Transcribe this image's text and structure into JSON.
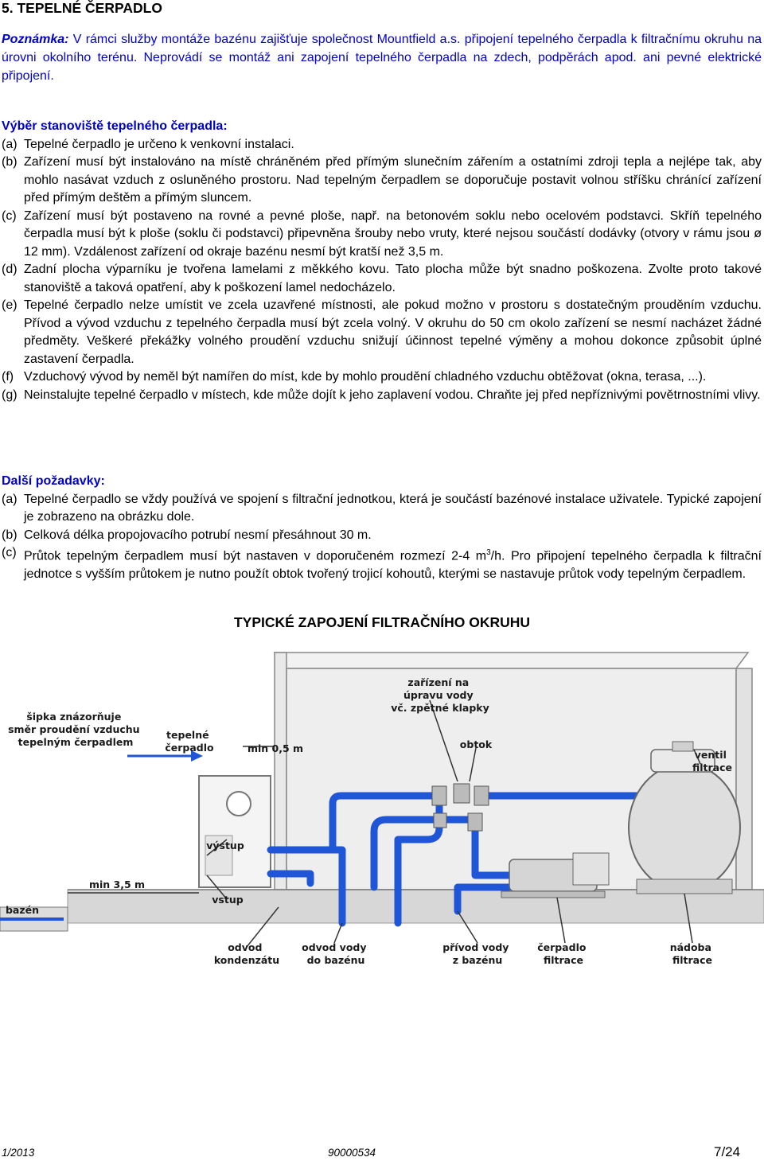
{
  "heading": "5. TEPELNÉ ČERPADLO",
  "note": {
    "lead": "Poznámka:",
    "text": " V rámci služby montáže bazénu zajišťuje společnost Mountfield a.s. připojení tepelného čerpadla k filtračnímu okruhu na úrovni okolního terénu. Neprovádí se montáž ani zapojení tepelného čerpadla na zdech, podpěrách apod. ani pevné elektrické připojení."
  },
  "placement": {
    "title": "Výběr stanoviště tepelného čerpadla:",
    "items": [
      {
        "label": "(a)",
        "text": "Tepelné čerpadlo je určeno k venkovní instalaci."
      },
      {
        "label": "(b)",
        "text": "Zařízení musí být instalováno na místě chráněném před přímým slunečním zářením a ostatními zdroji tepla a nejlépe tak, aby mohlo nasávat vzduch z osluněného prostoru. Nad tepelným čerpadlem se doporučuje postavit volnou stříšku chránící zařízení před přímým deštěm a přímým sluncem."
      },
      {
        "label": "(c)",
        "text": "Zařízení musí být postaveno na rovné a pevné ploše, např. na betonovém soklu nebo ocelovém podstavci. Skříň tepelného čerpadla musí být k ploše (soklu či podstavci) připevněna šrouby nebo vruty, které nejsou součástí dodávky (otvory v rámu jsou ø 12 mm). Vzdálenost zařízení od okraje bazénu nesmí být kratší než 3,5 m."
      },
      {
        "label": "(d)",
        "text": "Zadní plocha výparníku je tvořena lamelami z měkkého kovu. Tato plocha může být snadno poškozena. Zvolte proto takové stanoviště a taková opatření, aby k poškození lamel nedocházelo."
      },
      {
        "label": "(e)",
        "text": "Tepelné čerpadlo nelze umístit ve zcela uzavřené místnosti, ale pokud možno v prostoru s dostatečným prouděním vzduchu. Přívod a vývod vzduchu z tepelného čerpadla musí být zcela volný. V okruhu do 50 cm okolo zařízení se nesmí nacházet žádné předměty. Veškeré překážky volného proudění vzduchu snižují účinnost tepelné výměny a mohou dokonce způsobit úplné zastavení čerpadla."
      },
      {
        "label": "(f)",
        "text": "Vzduchový vývod by neměl být namířen do míst, kde by mohlo proudění chladného vzduchu obtěžovat (okna, terasa, ...)."
      },
      {
        "label": "(g)",
        "text": "Neinstalujte tepelné čerpadlo v místech, kde může dojít k jeho zaplavení vodou. Chraňte jej před nepříznivými povětrnostními vlivy."
      }
    ]
  },
  "requirements": {
    "title": "Další požadavky:",
    "items": [
      {
        "label": "(a)",
        "text": "Tepelné čerpadlo se vždy používá ve spojení s filtrační jednotkou, která je součástí bazénové instalace uživatele. Typické zapojení je zobrazeno na obrázku dole."
      },
      {
        "label": "(b)",
        "text": "Celková délka propojovacího potrubí nesmí přesáhnout 30 m."
      },
      {
        "label": "(c)",
        "text_before": "Průtok tepelným čerpadlem musí být nastaven v doporučeném rozmezí 2-4 m",
        "superscript": "3",
        "text_after": "/h. Pro připojení tepelného čerpadla k filtrační jednotce s vyšším průtokem je nutno použít obtok tvořený trojicí kohoutů, kterými se nastavuje průtok vody tepelným čerpadlem."
      }
    ]
  },
  "diagram": {
    "title": "TYPICKÉ ZAPOJENÍ FILTRAČNÍHO OKRUHU",
    "labels": {
      "arrow_note": [
        "šipka znázorňuje",
        "směr proudění vzduchu",
        "tepelným čerpadlem"
      ],
      "heat_pump": [
        "tepelné",
        "čerpadlo"
      ],
      "min_05": "min 0,5 m",
      "valve_device": [
        "zařízení na",
        "úpravu vody",
        "vč. zpětné klapky"
      ],
      "bypass": "obtok",
      "filter_valve": [
        "ventil",
        "filtrace"
      ],
      "outlet": "výstup",
      "inlet": "vstup",
      "min_35": "min 3,5 m",
      "pool": "bazén",
      "condensate": [
        "odvod",
        "kondenzátu"
      ],
      "water_out": [
        "odvod vody",
        "do bazénu"
      ],
      "water_in": [
        "přívod vody",
        "z bazénu"
      ],
      "filter_pump": [
        "čerpadlo",
        "filtrace"
      ],
      "filter_vessel": [
        "nádoba",
        "filtrace"
      ]
    },
    "colors": {
      "pipe": "#1f56d8",
      "wall": "#e6e6e6",
      "ground": "#cfcfcf",
      "outline": "#777777"
    }
  },
  "footer": {
    "date": "1/2013",
    "code": "90000534",
    "page": "7/24"
  }
}
